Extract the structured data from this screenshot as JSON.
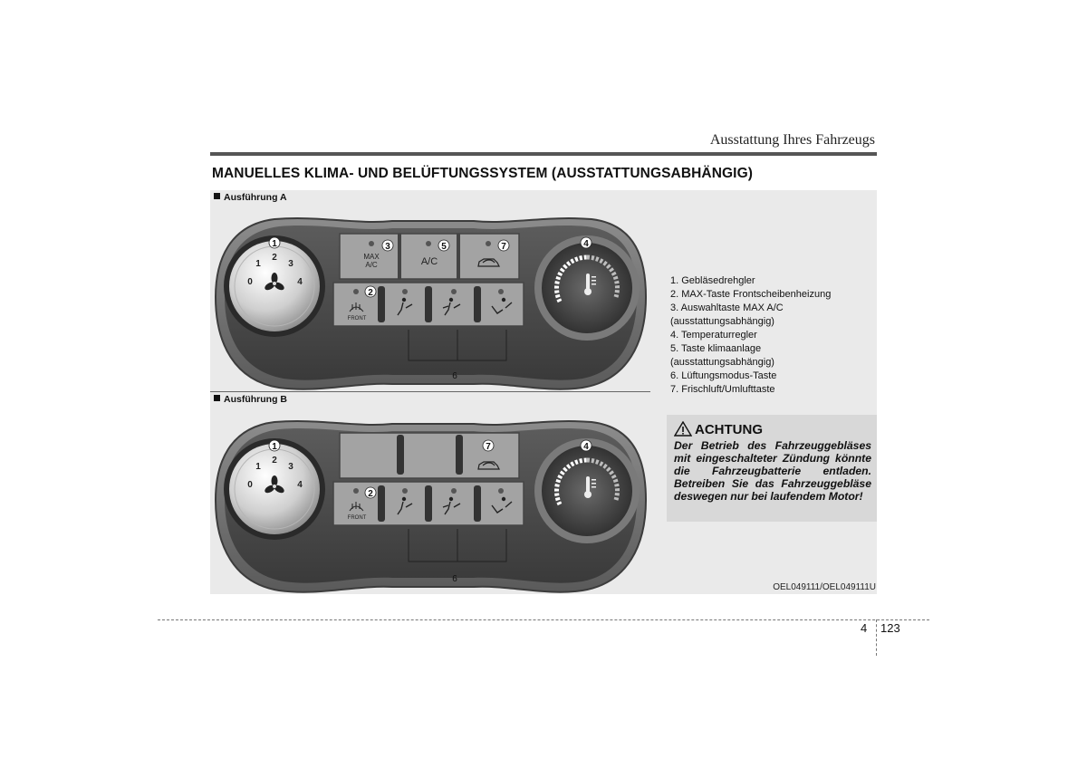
{
  "header": {
    "chapter_title": "Ausstattung Ihres Fahrzeugs",
    "section_title": "MANUELLES KLIMA- UND BELÜFTUNGSSYSTEM (AUSSTATTUNGSABHÄNGIG)"
  },
  "figure": {
    "variant_a_label": "Ausführung A",
    "variant_b_label": "Ausführung B",
    "callouts": {
      "c1": "1",
      "c2": "2",
      "c3": "3",
      "c4": "4",
      "c5": "5",
      "c6": "6",
      "c7": "7"
    },
    "fan_scale": {
      "s0": "0",
      "s1": "1",
      "s2": "2",
      "s3": "3",
      "s4": "4"
    },
    "buttons": {
      "max_line1": "MAX",
      "max_line2": "A/C",
      "ac": "A/C",
      "front": "FRONT"
    },
    "figure_code": "OEL049111/OEL049111U",
    "icons": [
      "fan-icon",
      "thermometer-icon",
      "defrost-front-icon",
      "recirculation-car-icon",
      "vent-mode-icon",
      "warning-triangle-icon"
    ]
  },
  "legend": [
    "1. Gebläsedrehgler",
    "2. MAX-Taste Frontscheibenheizung",
    "3. Auswahltaste MAX A/C\n    (ausstattungsabhängig)",
    "4. Temperaturregler",
    "5. Taste klimaanlage\n    (ausstattungsabhängig)",
    "6. Lüftungsmodus-Taste",
    "7. Frischluft/Umlufttaste"
  ],
  "warning": {
    "title": "ACHTUNG",
    "text": "Der Betrieb des Fahrzeuggebläses mit eingeschalteter Zündung könnte die Fahrzeugbatterie entladen. Betreiben Sie das Fahrzeuggebläse deswegen nur bei laufendem Motor!"
  },
  "footer": {
    "chapter": "4",
    "page": "123"
  },
  "colors": {
    "panel_dark": "#4a4a4a",
    "panel_mid": "#8a8a8a",
    "figure_bg": "#eaeaea",
    "warning_bg": "#d8d8d8"
  }
}
